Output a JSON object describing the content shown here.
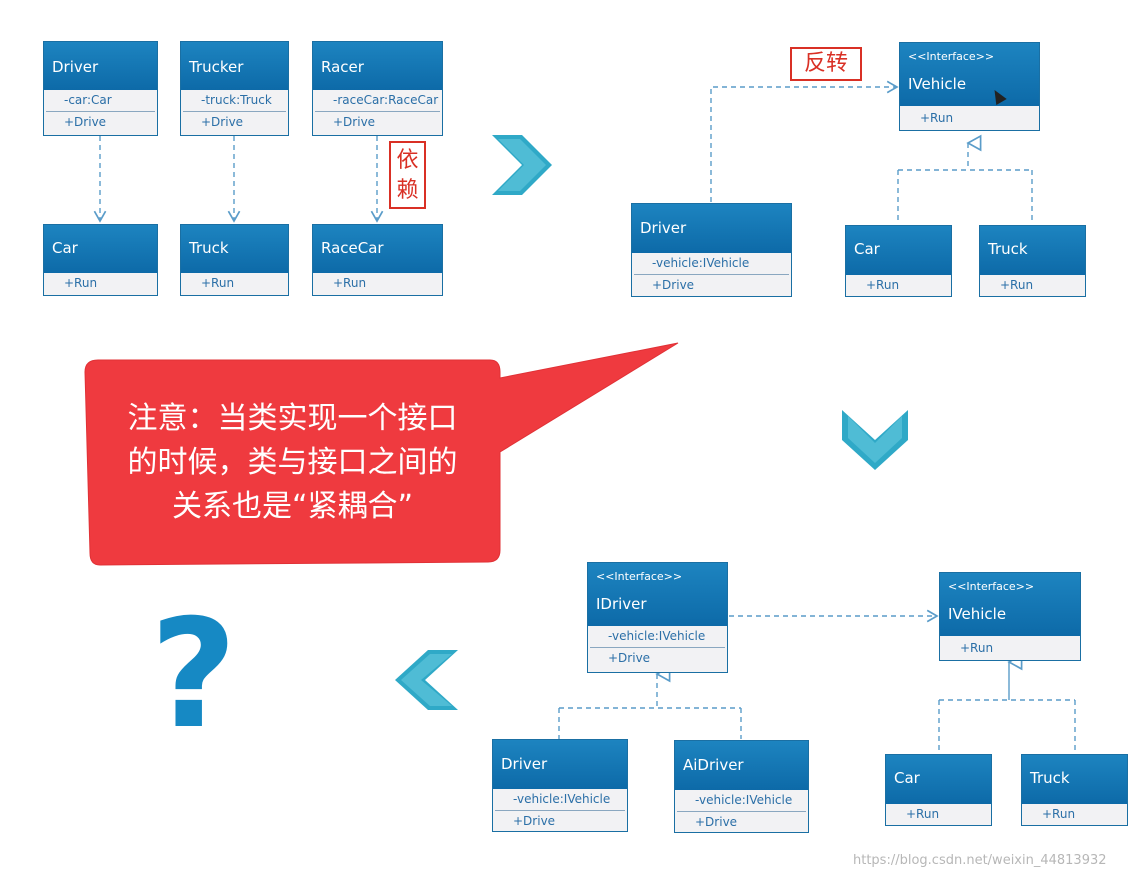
{
  "classes": {
    "driver1": {
      "name": "Driver",
      "attr": "-car:Car",
      "method": "+Drive"
    },
    "trucker": {
      "name": "Trucker",
      "attr": "-truck:Truck",
      "method": "+Drive"
    },
    "racer": {
      "name": "Racer",
      "attr": "-raceCar:RaceCar",
      "method": "+Drive"
    },
    "car1": {
      "name": "Car",
      "method": "+Run"
    },
    "truck1": {
      "name": "Truck",
      "method": "+Run"
    },
    "racecar": {
      "name": "RaceCar",
      "method": "+Run"
    },
    "ivehicle2": {
      "stereotype": "<<Interface>>",
      "name": "IVehicle",
      "method": "+Run"
    },
    "driver2": {
      "name": "Driver",
      "attr": "-vehicle:IVehicle",
      "method": "+Drive"
    },
    "car2": {
      "name": "Car",
      "method": "+Run"
    },
    "truck2": {
      "name": "Truck",
      "method": "+Run"
    },
    "idriver": {
      "stereotype": "<<Interface>>",
      "name": "IDriver",
      "attr": "-vehicle:IVehicle",
      "method": "+Drive"
    },
    "ivehicle3": {
      "stereotype": "<<Interface>>",
      "name": "IVehicle",
      "method": "+Run"
    },
    "driver3": {
      "name": "Driver",
      "attr": "-vehicle:IVehicle",
      "method": "+Drive"
    },
    "aidriver": {
      "name": "AiDriver",
      "attr": "-vehicle:IVehicle",
      "method": "+Drive"
    },
    "car3": {
      "name": "Car",
      "method": "+Run"
    },
    "truck3": {
      "name": "Truck",
      "method": "+Run"
    }
  },
  "labels": {
    "dependency": "依赖",
    "dependency_1": "依",
    "dependency_2": "赖",
    "inversion": "反转"
  },
  "note": {
    "line1": "注意：当类实现一个接口",
    "line2": "的时候，类与接口之间的",
    "line3": "关系也是“紧耦合”"
  },
  "question": "?",
  "watermark": "https://blog.csdn.net/weixin_44813932",
  "colors": {
    "class_header": "#0d6aa8",
    "class_body": "#f2f2f4",
    "arrow": "#2fa9c7",
    "note_bubble": "#ef3a3f",
    "label_red": "#d93025",
    "question_mark": "#1689c4"
  }
}
